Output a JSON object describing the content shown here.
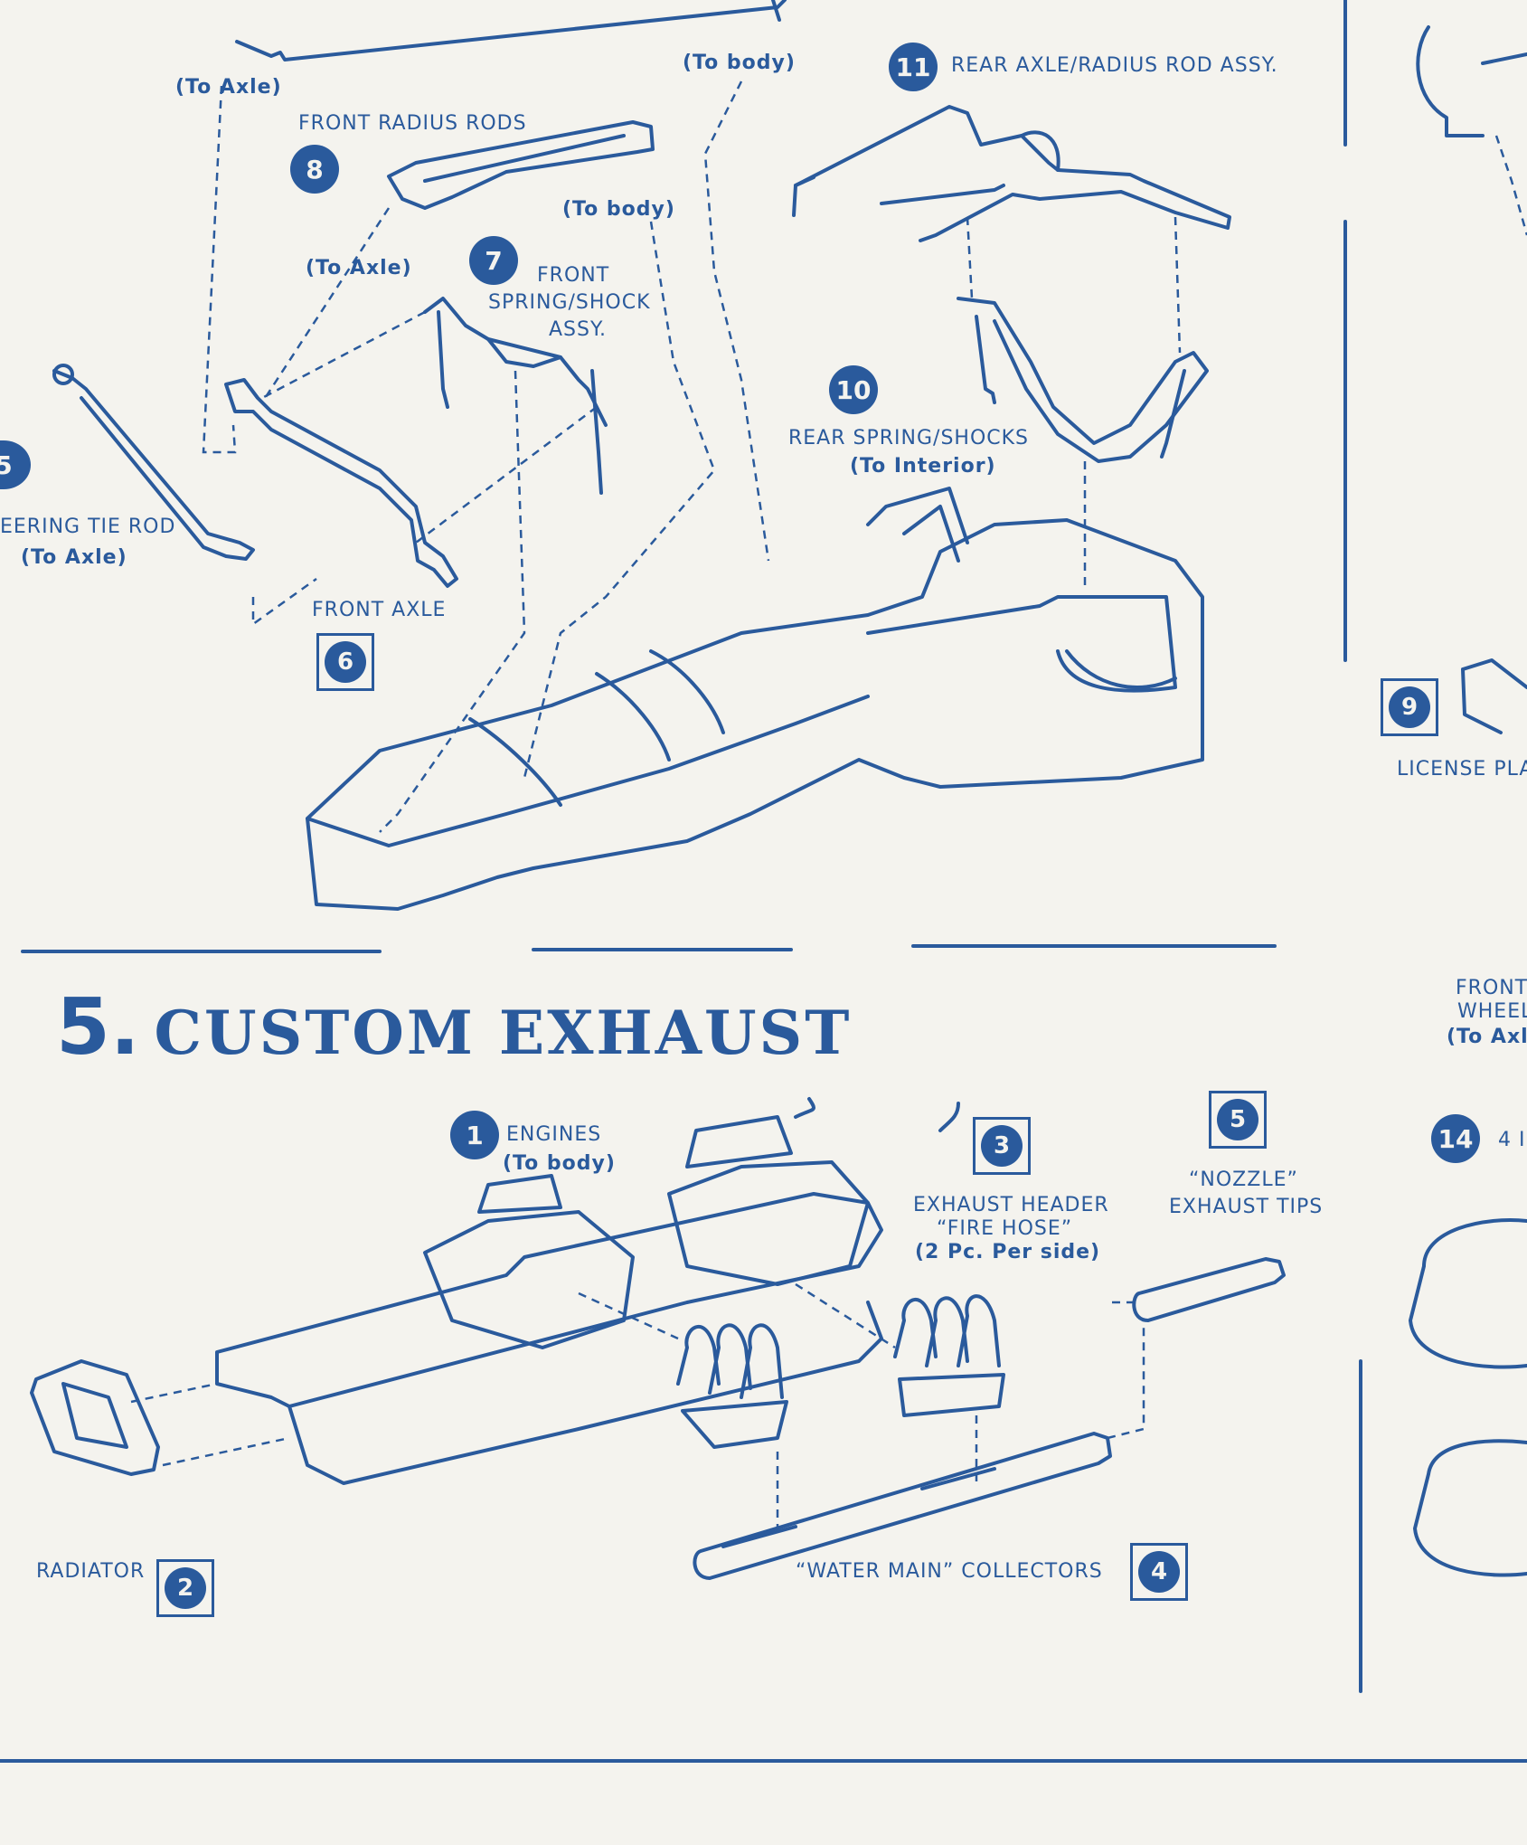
{
  "section": {
    "number": "5.",
    "title": "CUSTOM EXHAUST"
  },
  "labels": {
    "to_axle_top": "(To Axle)",
    "to_body_top": "(To body)",
    "rear_axle_assy": "REAR AXLE/RADIUS ROD ASSY.",
    "front_radius_rods": "FRONT RADIUS RODS",
    "to_body_mid": "(To body)",
    "to_axle_mid": "(To Axle)",
    "front_spring_1": "FRONT",
    "front_spring_2": "SPRING/SHOCK",
    "front_spring_3": "ASSY.",
    "rear_spring": "REAR SPRING/SHOCKS",
    "to_interior": "(To Interior)",
    "steering_tie_rod": "EERING TIE ROD",
    "to_axle_left": "(To Axle)",
    "front_axle": "FRONT AXLE",
    "license_plate": "LICENSE PLA",
    "front_wheel_1": "FRONT",
    "front_wheel_2": "WHEEL",
    "front_wheel_3": "(To Axl",
    "engines": "ENGINES",
    "engines_to_body": "(To body)",
    "header_1": "EXHAUST HEADER",
    "header_2": "“FIRE HOSE”",
    "header_3": "(2 Pc. Per side)",
    "nozzle_1": "“NOZZLE”",
    "nozzle_2": "EXHAUST TIPS",
    "radiator": "RADIATOR",
    "collectors": "“WATER MAIN”  COLLECTORS",
    "item14_text": "4 I"
  },
  "callouts": {
    "n11": "11",
    "n8": "8",
    "n7": "7",
    "n10": "10",
    "n6": "6",
    "n5_left": "5",
    "n9": "9",
    "n14": "14",
    "n1": "1",
    "n3": "3",
    "n5": "5",
    "n2": "2",
    "n4": "4"
  },
  "colors": {
    "ink": "#2a5a9c",
    "paper": "#f4f3ee"
  }
}
